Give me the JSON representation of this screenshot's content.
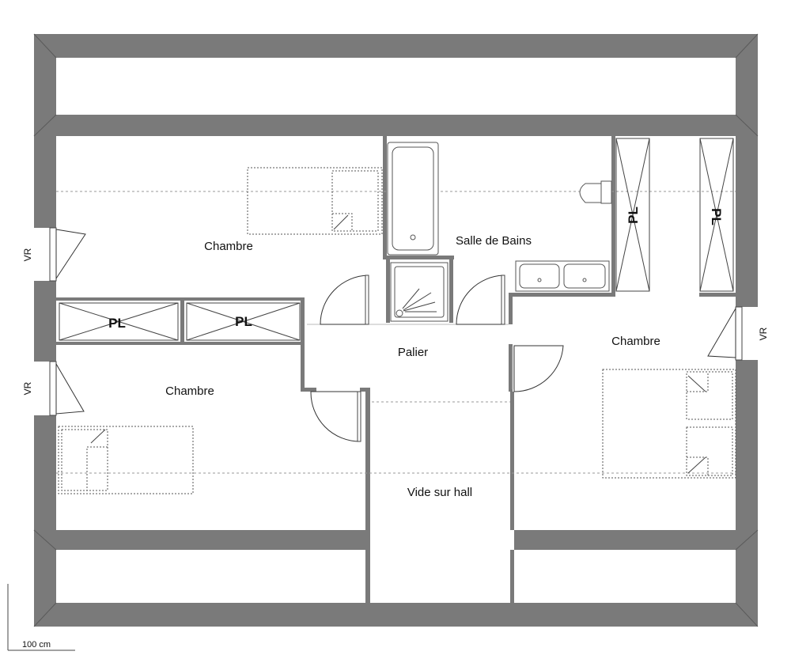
{
  "rooms": {
    "bedroom_left_top": "Chambre",
    "bedroom_left_bottom": "Chambre",
    "bedroom_right": "Chambre",
    "bathroom": "Salle de Bains",
    "landing": "Palier",
    "void": "Vide sur hall"
  },
  "closets": {
    "left_1": "PL",
    "left_2": "PL",
    "right_1": "PL",
    "right_2": "PL"
  },
  "shutters": {
    "left_top": "VR",
    "left_bottom": "VR",
    "right": "VR"
  },
  "scale": {
    "label": "100 cm"
  },
  "colors": {
    "wall": "#7a7a7a",
    "line": "#444444",
    "background": "#ffffff"
  }
}
